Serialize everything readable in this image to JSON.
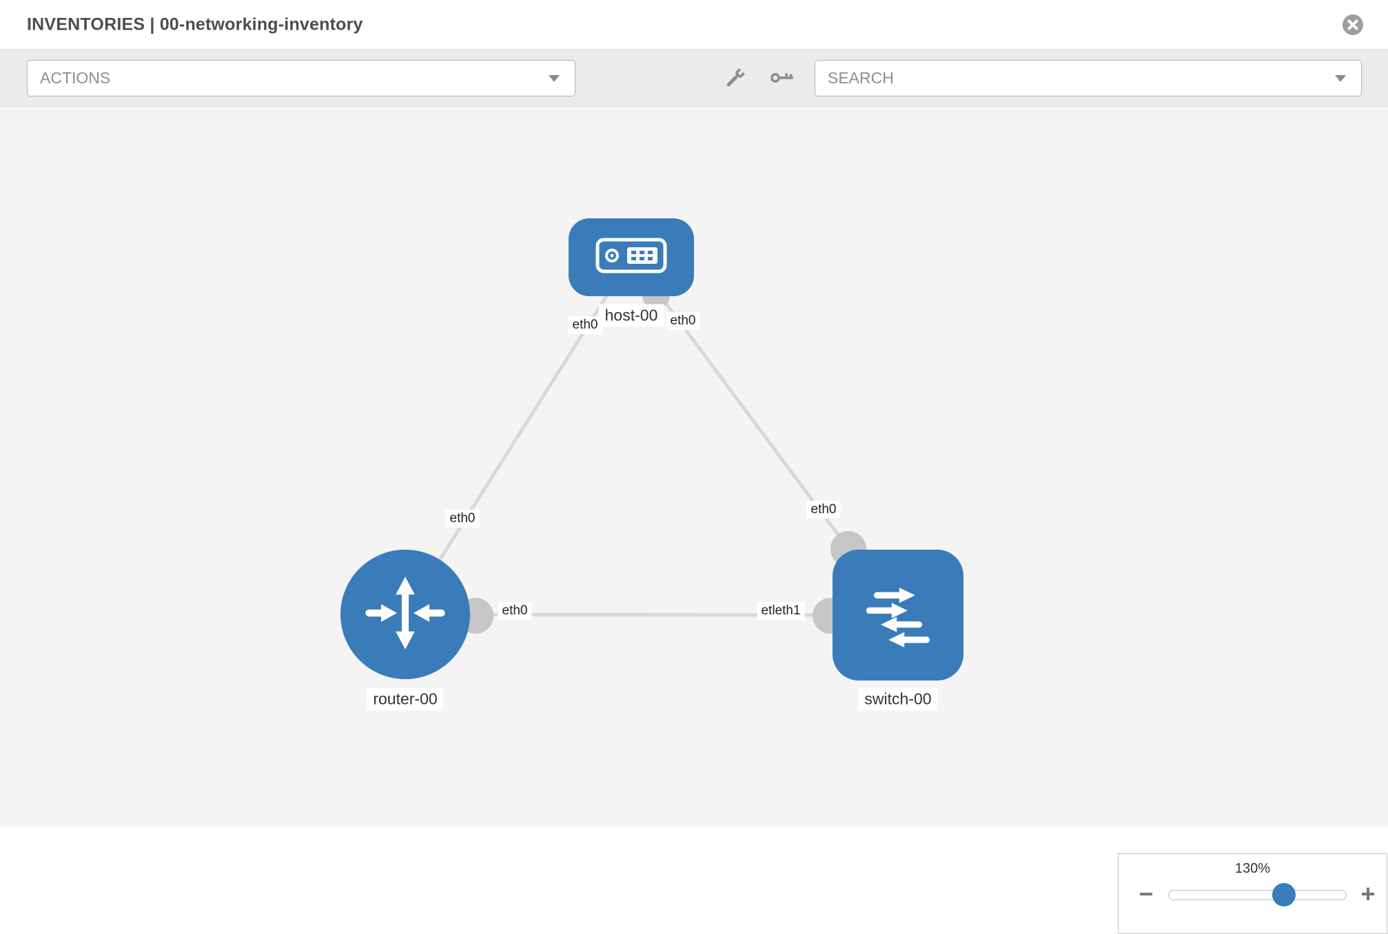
{
  "header": {
    "title": "INVENTORIES | 00-networking-inventory"
  },
  "toolbar": {
    "actions_label": "ACTIONS",
    "search_placeholder": "SEARCH"
  },
  "icons": {
    "close": "close-icon",
    "wrench": "wrench-icon",
    "key": "key-icon",
    "caret": "chevron-down-icon"
  },
  "topology": {
    "nodes": [
      {
        "id": "host-00",
        "label": "host-00",
        "type": "host"
      },
      {
        "id": "router-00",
        "label": "router-00",
        "type": "router"
      },
      {
        "id": "switch-00",
        "label": "switch-00",
        "type": "switch"
      }
    ],
    "links": [
      {
        "from": "host-00",
        "to": "router-00"
      },
      {
        "from": "host-00",
        "to": "switch-00"
      },
      {
        "from": "router-00",
        "to": "switch-00"
      }
    ],
    "interface_labels": [
      {
        "link": "host-router",
        "end": "host",
        "label": "eth0"
      },
      {
        "link": "host-switch",
        "end": "host",
        "label": "eth0"
      },
      {
        "link": "host-router",
        "end": "router",
        "label": "eth0"
      },
      {
        "link": "host-switch",
        "end": "switch",
        "label": "eth0"
      },
      {
        "link": "router-switch",
        "end": "router",
        "label": "eth0"
      },
      {
        "link": "router-switch",
        "end": "switch",
        "label": "etleth1"
      }
    ]
  },
  "zoom": {
    "level": "130%",
    "minus_label": "−",
    "plus_label": "+"
  },
  "colors": {
    "node_blue": "#3a7cb9",
    "link_gray": "#d8d8d8",
    "canvas_bg": "#f4f4f4",
    "toolbar_bg": "#ebebeb"
  }
}
